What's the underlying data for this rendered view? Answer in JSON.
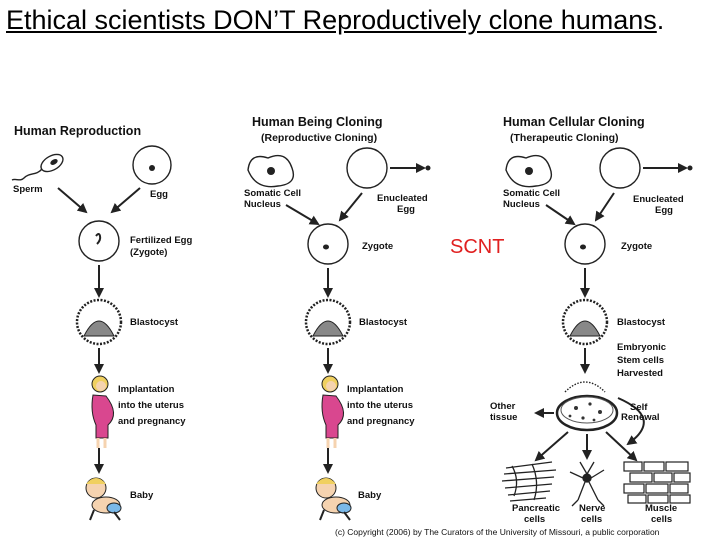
{
  "slide": {
    "title_main": "Ethical scientists DON’T Reproductively clone humans",
    "title_end": "."
  },
  "diagram": {
    "col1": {
      "header": "Human Reproduction",
      "sperm": "Sperm",
      "egg": "Egg",
      "fert1": "Fertilized Egg",
      "fert2": "(Zygote)",
      "blasto": "Blastocyst",
      "impl1": "Implantation",
      "impl2": "into the uterus",
      "impl3": "and pregnancy",
      "baby": "Baby"
    },
    "col2": {
      "header": "Human Being Cloning",
      "sub": "(Reproductive Cloning)",
      "som1": "Somatic Cell",
      "som2": "Nucleus",
      "enuc1": "Enucleated",
      "enuc2": "Egg",
      "zygote": "Zygote",
      "blasto": "Blastocyst",
      "impl1": "Implantation",
      "impl2": "into the uterus",
      "impl3": "and pregnancy",
      "baby": "Baby"
    },
    "col3": {
      "header": "Human Cellular Cloning",
      "sub": "(Therapeutic Cloning)",
      "som1": "Somatic Cell",
      "som2": "Nucleus",
      "enuc1": "Enucleated",
      "enuc2": "Egg",
      "zygote": "Zygote",
      "blasto": "Blastocyst",
      "emb1": "Embryonic",
      "emb2": "Stem cells",
      "emb3": "Harvested",
      "other1": "Other",
      "other2": "tissue",
      "self1": "Self",
      "self2": "Renewal",
      "panc1": "Pancreatic",
      "panc2": "cells",
      "nerve1": "Nerve",
      "nerve2": "cells",
      "muscle1": "Muscle",
      "muscle2": "cells"
    },
    "scnt": "SCNT",
    "copyright": "(c) Copyright (2006) by The Curators of the University of Missouri, a public corporation"
  },
  "colors": {
    "scnt": "#e02020",
    "pregnancy": "#d9478f",
    "hair": "#f0d060",
    "skin": "#f5d3b0",
    "diaper": "#7ab8e8"
  }
}
